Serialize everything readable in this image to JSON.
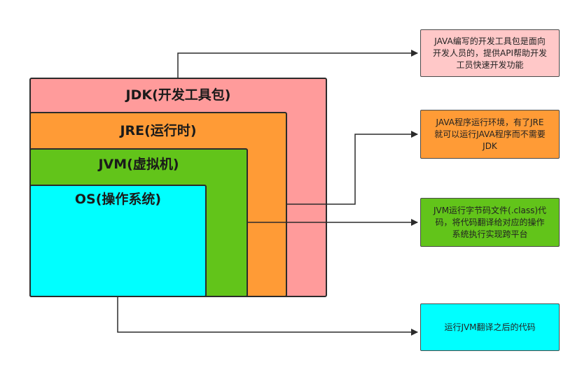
{
  "colors": {
    "jdk": "#ff9b9b",
    "jre": "#ff9b36",
    "jvm": "#62c41a",
    "os": "#00ffff",
    "note_jdk": "#ffc8c8",
    "note_jre": "#ff9b36",
    "note_jvm": "#62c41a",
    "note_os": "#00ffff",
    "line": "#2b2b2b"
  },
  "layers": {
    "jdk": "JDK(开发工具包)",
    "jre": "JRE(运行时)",
    "jvm": "JVM(虚拟机)",
    "os": "OS(操作系统)"
  },
  "notes": {
    "jdk": "JAVA编写的开发工具包是面向\n开发人员的，提供API帮助开发\n工员快速开发功能",
    "jre": "JAVA程序运行环境，有了JRE\n就可以运行JAVA程序而不需要\nJDK",
    "jvm": "JVM运行字节码文件(.class)代\n码，将代码翻译给对应的操作\n系统执行实现跨平台",
    "os": "运行JVM翻译之后的代码"
  }
}
